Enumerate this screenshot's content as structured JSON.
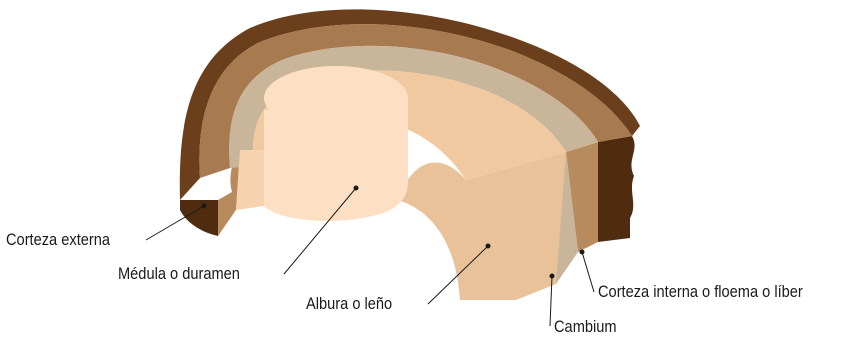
{
  "labels": {
    "corteza_externa": "Corteza externa",
    "medula": "Médula o duramen",
    "albura": "Albura o leño",
    "corteza_interna": "Corteza interna o floema o líber",
    "cambium": "Cambium"
  },
  "colors": {
    "outer_bark": "#6b3f1c",
    "outer_bark_dark": "#4f2c10",
    "inner_bark": "#a87a4f",
    "inner_bark_light": "#b88b5f",
    "cambium": "#c9b59a",
    "sapwood": "#f0c9a0",
    "sapwood_side": "#e9c29a",
    "heartwood": "#fde0c3",
    "leader": "#1a1a1a"
  }
}
